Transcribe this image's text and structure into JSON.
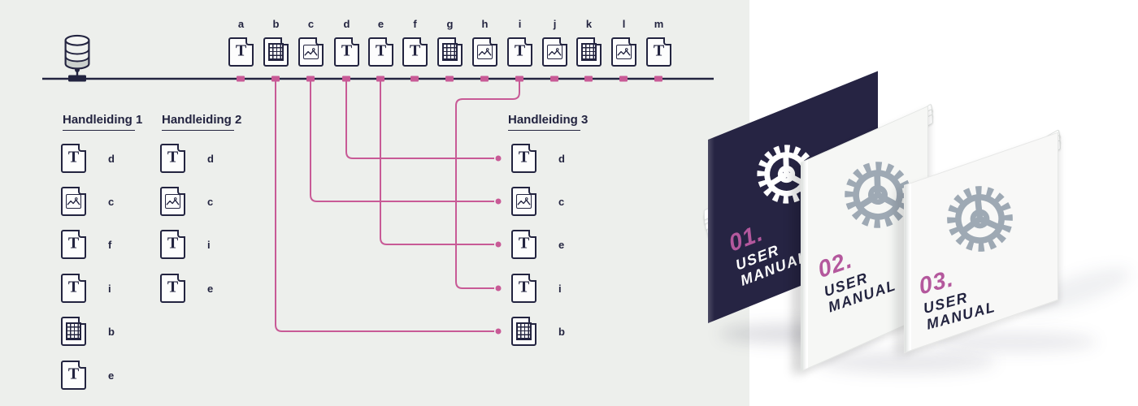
{
  "diagram": {
    "doc_glyph": "T",
    "top_row": [
      {
        "letter": "a",
        "type": "text"
      },
      {
        "letter": "b",
        "type": "table"
      },
      {
        "letter": "c",
        "type": "image"
      },
      {
        "letter": "d",
        "type": "text"
      },
      {
        "letter": "e",
        "type": "text"
      },
      {
        "letter": "f",
        "type": "text"
      },
      {
        "letter": "g",
        "type": "table"
      },
      {
        "letter": "h",
        "type": "image"
      },
      {
        "letter": "i",
        "type": "text"
      },
      {
        "letter": "j",
        "type": "image"
      },
      {
        "letter": "k",
        "type": "table"
      },
      {
        "letter": "l",
        "type": "image"
      },
      {
        "letter": "m",
        "type": "text"
      }
    ],
    "manuals": [
      {
        "title": "Handleiding 1",
        "items": [
          {
            "label": "d",
            "type": "text"
          },
          {
            "label": "c",
            "type": "image"
          },
          {
            "label": "f",
            "type": "text"
          },
          {
            "label": "i",
            "type": "text"
          },
          {
            "label": "b",
            "type": "table"
          },
          {
            "label": "e",
            "type": "text"
          }
        ]
      },
      {
        "title": "Handleiding 2",
        "items": [
          {
            "label": "d",
            "type": "text"
          },
          {
            "label": "c",
            "type": "image"
          },
          {
            "label": "i",
            "type": "text"
          },
          {
            "label": "e",
            "type": "text"
          }
        ]
      },
      {
        "title": "Handleiding 3",
        "items": [
          {
            "label": "d",
            "type": "text"
          },
          {
            "label": "c",
            "type": "image"
          },
          {
            "label": "e",
            "type": "text"
          },
          {
            "label": "i",
            "type": "text"
          },
          {
            "label": "b",
            "type": "table"
          }
        ]
      }
    ],
    "connections": [
      {
        "from": "d",
        "to": "Handleiding 3 item d"
      },
      {
        "from": "c",
        "to": "Handleiding 3 item c"
      },
      {
        "from": "e",
        "to": "Handleiding 3 item e"
      },
      {
        "from": "i",
        "to": "Handleiding 3 item i"
      },
      {
        "from": "b",
        "to": "Handleiding 3 item b"
      }
    ]
  },
  "books": [
    {
      "number": "01.",
      "title_line1": "USER",
      "title_line2": "MANUAL"
    },
    {
      "number": "02.",
      "title_line1": "USER",
      "title_line2": "MANUAL"
    },
    {
      "number": "03.",
      "title_line1": "USER",
      "title_line2": "MANUAL"
    }
  ],
  "colors": {
    "background_left": "#edefec",
    "background_right": "#ffffff",
    "navy": "#232440",
    "pink": "#c85a96",
    "book_number_pink": "#b4589d",
    "gear_gray": "#9ea9b4",
    "dark_cover": "#262443"
  }
}
